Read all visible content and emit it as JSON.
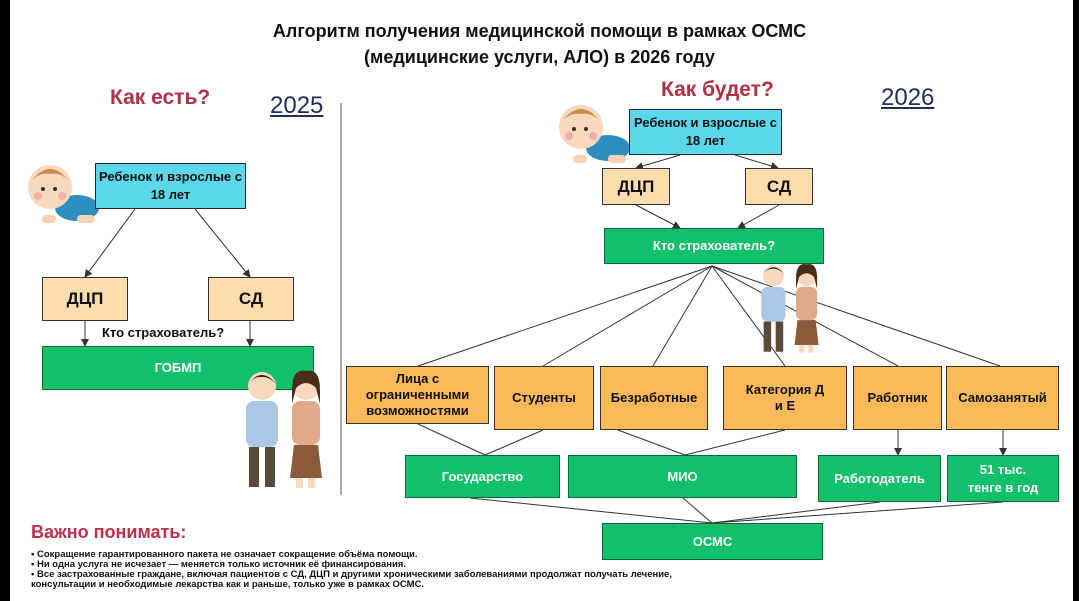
{
  "title": {
    "line1": "Алгоритм получения медицинской помощи в рамках ОСМС",
    "line2": "(медицинские услуги, АЛО) в 2026 году"
  },
  "left": {
    "heading": "Как есть?",
    "year": "2025",
    "source_box": "Ребенок и взрослые с 18 лет",
    "dcp": "ДЦП",
    "sd": "СД",
    "insurer_label": "Кто страхователь?",
    "gobmp": "ГОБМП"
  },
  "right": {
    "heading": "Как будет?",
    "year": "2026",
    "source_box": "Ребенок и взрослые с 18 лет",
    "dcp": "ДЦП",
    "sd": "СД",
    "insurer_box": "Кто страхователь?",
    "categories": [
      "Лица с ограниченными возможностями",
      "Студенты",
      "Безработные",
      "Категория Д и Е",
      "Работник",
      "Самозанятый"
    ],
    "payers": [
      "Государство",
      "МИО",
      "Работодатель",
      "51 тыс. тенге в год"
    ],
    "final": "ОСМС"
  },
  "important": {
    "heading": "Важно понимать:",
    "bullets": [
      "Сокращение гарантированного пакета не означает сокращение объёма помощи.",
      "Ни одна услуга не исчезает — меняется только источник её финансирования.",
      "Все застрахованные граждане, включая пациентов с СД, ДЦП и другими хроническими заболеваниями продолжат получать лечение, консультации и необходимые лекарства как и раньше, только уже в рамках ОСМС."
    ]
  },
  "colors": {
    "cyan_box": "#5ad7e8",
    "peach_box": "#fddcae",
    "orange_box": "#fbb95a",
    "green_box": "#11c06a",
    "heading_red": "#b03045",
    "year_blue": "#1f2f5a"
  },
  "icons": [
    "baby-icon",
    "couple-icon"
  ]
}
